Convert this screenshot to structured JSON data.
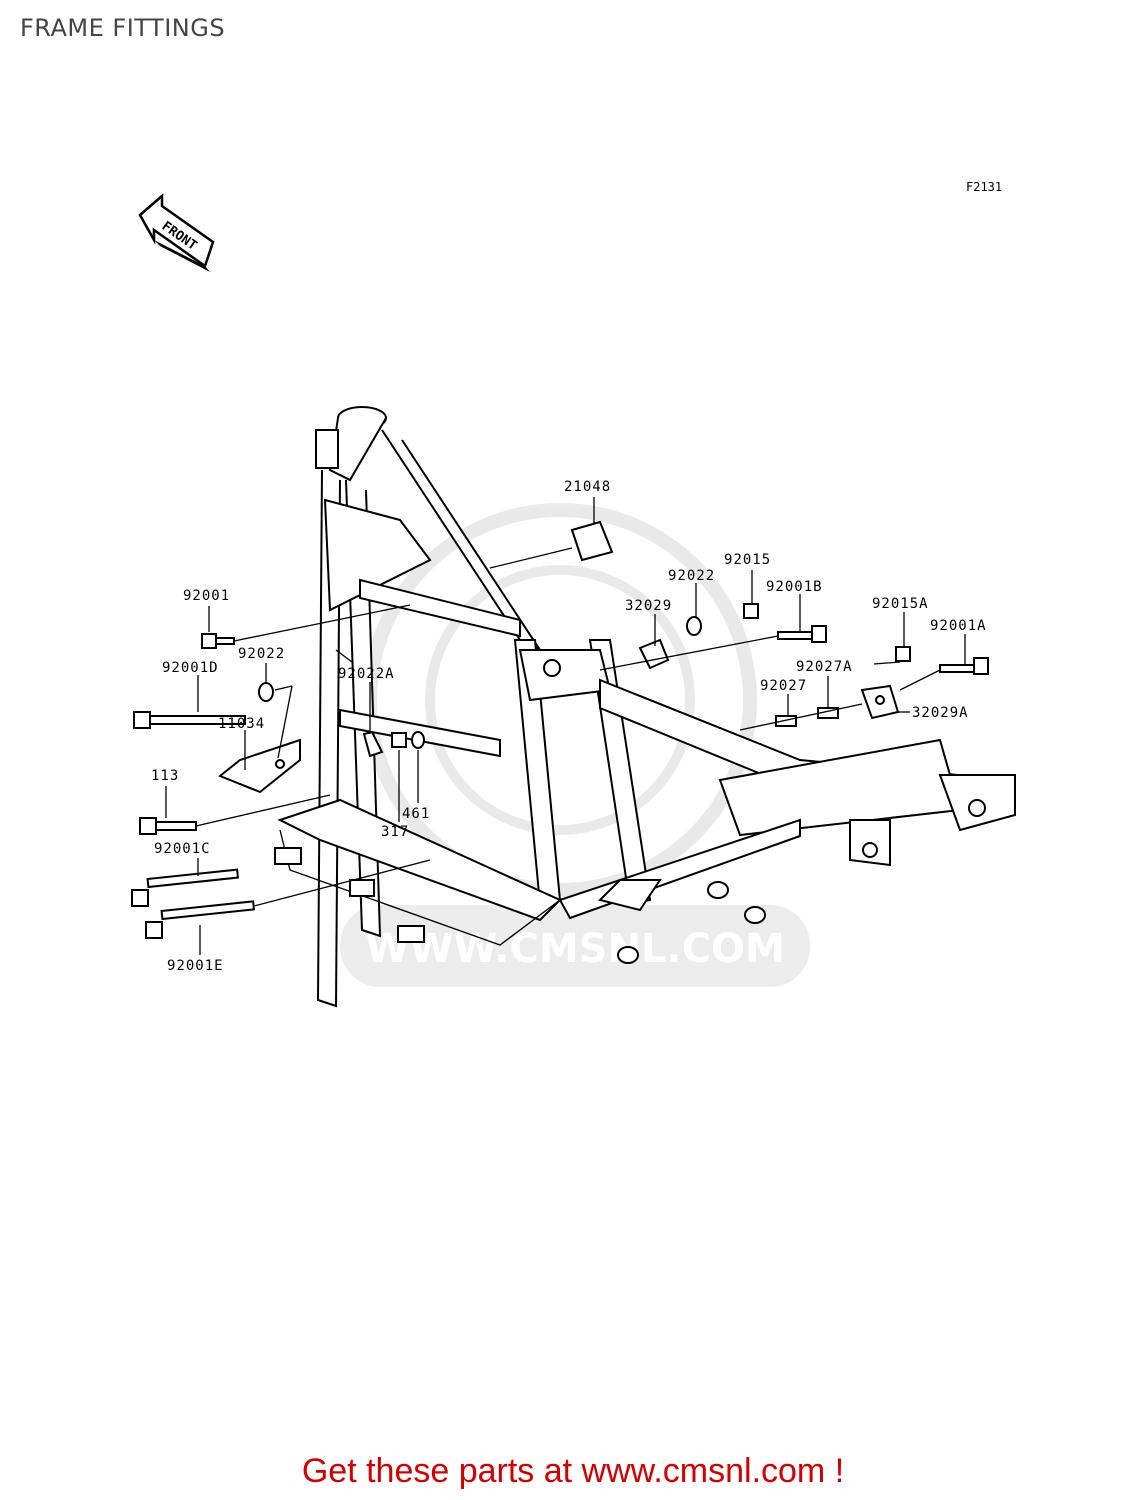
{
  "page": {
    "title": "FRAME FITTINGS",
    "figure_code": "F2131",
    "cta": "Get these parts at www.cmsnl.com !",
    "cta_color": "#d40000",
    "watermark": "WWW.CMSNL.COM"
  },
  "front_arrow": {
    "label": "FRONT",
    "icon": "front-arrow-icon"
  },
  "part_labels": [
    {
      "id": "p21048",
      "text": "21048"
    },
    {
      "id": "p92015",
      "text": "92015"
    },
    {
      "id": "p92022_top",
      "text": "92022"
    },
    {
      "id": "p92001B",
      "text": "92001B"
    },
    {
      "id": "p32029",
      "text": "32029"
    },
    {
      "id": "p92015A",
      "text": "92015A"
    },
    {
      "id": "p92001A",
      "text": "92001A"
    },
    {
      "id": "p92027A",
      "text": "92027A"
    },
    {
      "id": "p92027",
      "text": "92027"
    },
    {
      "id": "p32029A",
      "text": "32029A"
    },
    {
      "id": "p92001",
      "text": "92001"
    },
    {
      "id": "p92001D",
      "text": "92001D"
    },
    {
      "id": "p92022_left",
      "text": "92022"
    },
    {
      "id": "p92022A",
      "text": "92022A"
    },
    {
      "id": "p11034",
      "text": "11034"
    },
    {
      "id": "p113",
      "text": "113"
    },
    {
      "id": "p461",
      "text": "461"
    },
    {
      "id": "p317",
      "text": "317"
    },
    {
      "id": "p92001C",
      "text": "92001C"
    },
    {
      "id": "p92001E",
      "text": "92001E"
    }
  ]
}
